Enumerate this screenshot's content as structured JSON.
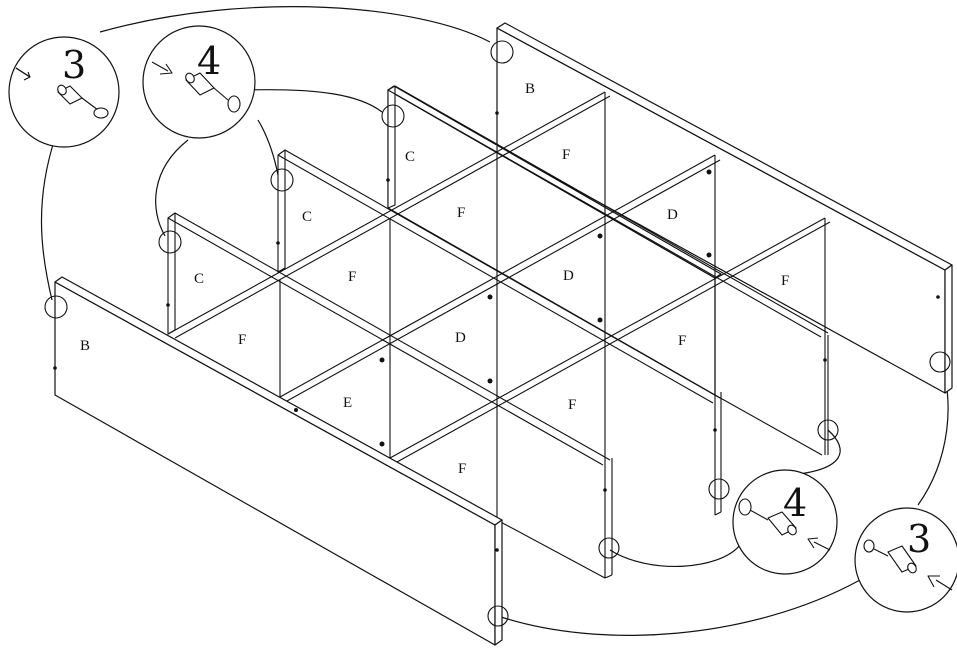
{
  "panels": {
    "back_board": "B",
    "front_board": "B",
    "divider_c1": "C",
    "divider_c2": "C",
    "divider_c3": "C",
    "divider_d1": "D",
    "divider_d2": "D",
    "divider_d3": "D",
    "divider_e": "E",
    "shelf_f": [
      "F",
      "F",
      "F",
      "F",
      "F",
      "F",
      "F",
      "F"
    ]
  },
  "callouts": {
    "top_left_part_3": "3",
    "top_left_part_4": "4",
    "bottom_right_part_4": "4",
    "bottom_right_part_3": "3"
  },
  "colors": {
    "line": "#111111",
    "background": "#ffffff"
  },
  "icons": [
    "arrow-icon",
    "dowel-icon",
    "cam-bolt-icon"
  ]
}
